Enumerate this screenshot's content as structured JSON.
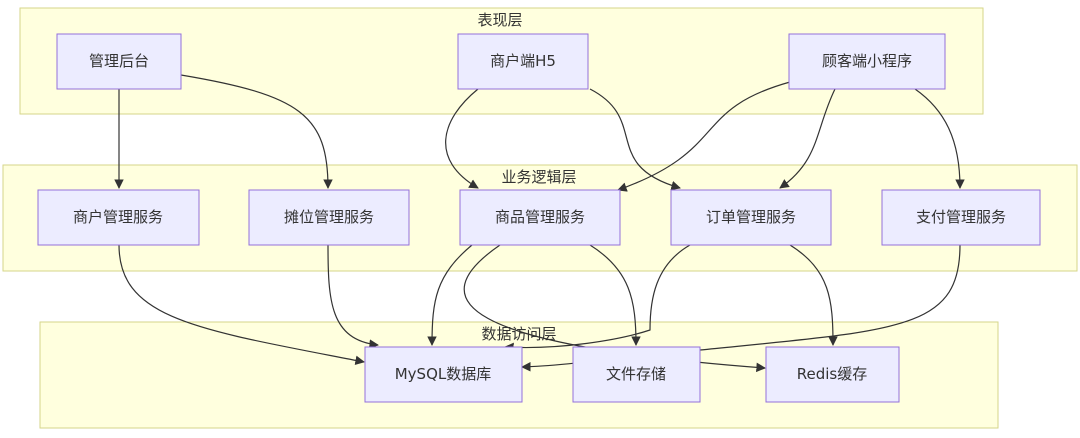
{
  "colors": {
    "layer_fill": "#ffffde",
    "layer_stroke": "#d6d68a",
    "node_fill": "#ececff",
    "node_stroke": "#9370db",
    "edge": "#333333"
  },
  "layers": {
    "presentation": {
      "label": "表现层"
    },
    "business": {
      "label": "业务逻辑层"
    },
    "data": {
      "label": "数据访问层"
    }
  },
  "nodes": {
    "admin": "管理后台",
    "merchant_h5": "商户端H5",
    "customer_miniapp": "顾客端小程序",
    "merchant_service": "商户管理服务",
    "stall_service": "摊位管理服务",
    "product_service": "商品管理服务",
    "order_service": "订单管理服务",
    "payment_service": "支付管理服务",
    "mysql": "MySQL数据库",
    "file_storage": "文件存储",
    "redis": "Redis缓存"
  },
  "edges": [
    {
      "from": "admin",
      "to": "merchant_service"
    },
    {
      "from": "admin",
      "to": "stall_service"
    },
    {
      "from": "merchant_h5",
      "to": "product_service"
    },
    {
      "from": "merchant_h5",
      "to": "order_service"
    },
    {
      "from": "customer_miniapp",
      "to": "product_service"
    },
    {
      "from": "customer_miniapp",
      "to": "order_service"
    },
    {
      "from": "customer_miniapp",
      "to": "payment_service"
    },
    {
      "from": "merchant_service",
      "to": "mysql"
    },
    {
      "from": "stall_service",
      "to": "mysql"
    },
    {
      "from": "product_service",
      "to": "mysql"
    },
    {
      "from": "product_service",
      "to": "file_storage"
    },
    {
      "from": "product_service",
      "to": "redis"
    },
    {
      "from": "order_service",
      "to": "mysql"
    },
    {
      "from": "order_service",
      "to": "redis"
    },
    {
      "from": "payment_service",
      "to": "mysql"
    }
  ]
}
